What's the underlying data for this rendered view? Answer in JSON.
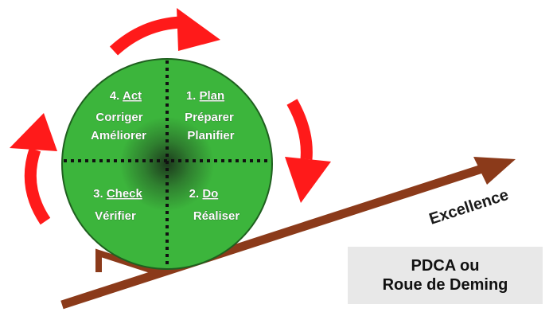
{
  "colors": {
    "wheel_fill": "#3cb53c",
    "wheel_stroke": "#1f5f1f",
    "arrow_red": "#ff1a1a",
    "slope_brown": "#8b3a1a",
    "caption_bg": "#e8e8e8"
  },
  "quadrants": {
    "act": {
      "number": "4.",
      "title": "Act",
      "line1": "Corriger",
      "line2": "Améliorer"
    },
    "plan": {
      "number": "1.",
      "title": "Plan",
      "line1": "Préparer",
      "line2": "Planifier"
    },
    "check": {
      "number": "3.",
      "title": "Check",
      "line1": "Vérifier"
    },
    "do": {
      "number": "2.",
      "title": "Do",
      "line1": "Réaliser"
    }
  },
  "slope_label": "Excellence",
  "caption": {
    "line1": "PDCA ou",
    "line2": "Roue de Deming"
  }
}
